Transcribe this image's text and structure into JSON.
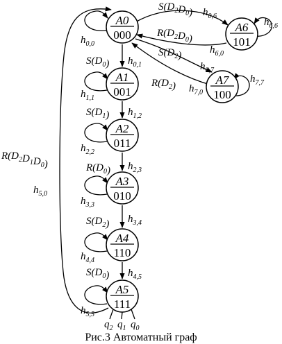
{
  "caption": "Рис.3 Автоматный граф",
  "states": {
    "A0": {
      "name": "A0",
      "code": "000"
    },
    "A1": {
      "name": "A1",
      "code": "001"
    },
    "A2": {
      "name": "A2",
      "code": "011"
    },
    "A3": {
      "name": "A3",
      "code": "010"
    },
    "A4": {
      "name": "A4",
      "code": "110"
    },
    "A5": {
      "name": "A5",
      "code": "111"
    },
    "A6": {
      "name": "A6",
      "code": "101"
    },
    "A7": {
      "name": "A7",
      "code": "100"
    }
  },
  "conditions": {
    "a0_a6": "S(D2D0)",
    "a6_a0": "R(D2D0)",
    "a0_a7": "S(D2)",
    "a7_a0": "R(D2)",
    "a0_a1": "S(D0)",
    "a1_a2": "S(D1)",
    "a2_a3": "R(D0)",
    "a3_a4": "S(D2)",
    "a4_a5": "S(D0)",
    "a5_a0": "R(D2D1D0)"
  },
  "transitions": {
    "h00": "h0,0",
    "h06": "h0,6",
    "h60": "h6,0",
    "h66": "h6,6",
    "h07": "h0,7",
    "h70": "h7,0",
    "h77": "h7,7",
    "h01": "h0,1",
    "h11": "h1,1",
    "h12": "h1,2",
    "h22": "h2,2",
    "h23": "h2,3",
    "h33": "h3,3",
    "h34": "h3,4",
    "h44": "h4,4",
    "h45": "h4,5",
    "h55": "h5,5",
    "h50": "h5,0"
  },
  "outputs": {
    "q2": "q2",
    "q1": "q1",
    "q0": "q0"
  }
}
